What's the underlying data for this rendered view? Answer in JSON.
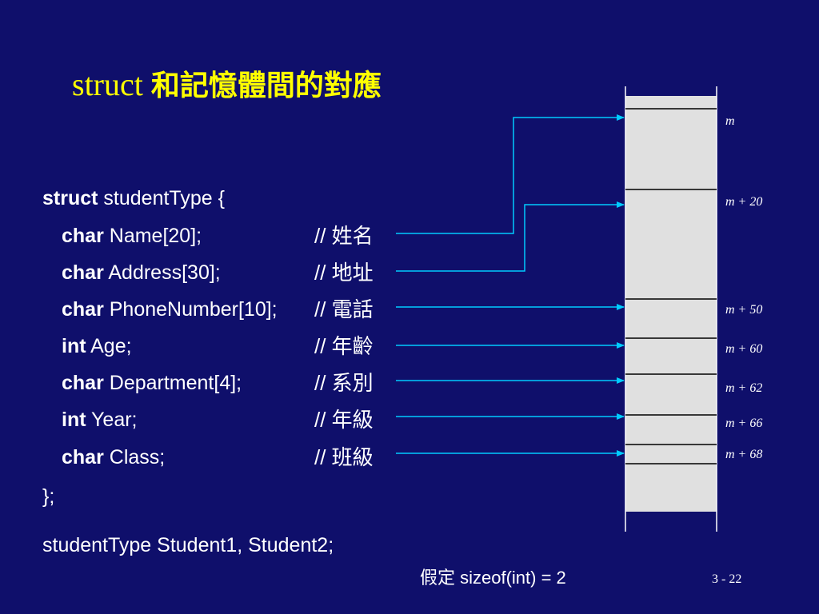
{
  "title": {
    "en": "struct",
    "cn": "和記憶體間的對應"
  },
  "code": {
    "open": {
      "keyword": "struct",
      "rest": " studentType {"
    },
    "members": [
      {
        "keyword": "char",
        "decl": " Name[20];",
        "comment": "// 姓名"
      },
      {
        "keyword": "char",
        "decl": " Address[30];",
        "comment": "// 地址"
      },
      {
        "keyword": "char",
        "decl": " PhoneNumber[10];",
        "comment": "// 電話"
      },
      {
        "keyword": "int",
        "decl": " Age;",
        "comment": "// 年齡"
      },
      {
        "keyword": "char",
        "decl": " Department[4];",
        "comment": "// 系別"
      },
      {
        "keyword": "int",
        "decl": " Year;",
        "comment": "// 年級"
      },
      {
        "keyword": "char",
        "decl": " Class;",
        "comment": "// 班級"
      }
    ],
    "close": "};",
    "declaration": "studentType Student1, Student2;"
  },
  "memory": {
    "addresses": [
      "m",
      "m + 20",
      "m + 50",
      "m + 60",
      "m + 62",
      "m + 66",
      "m + 68"
    ]
  },
  "note": "假定 sizeof(int) = 2",
  "page_number": "3 - 22",
  "colors": {
    "background": "#0f0f6b",
    "title": "#ffff00",
    "arrow": "#00ccff",
    "memory_fill": "#e0e0e0",
    "text": "#ffffff"
  }
}
